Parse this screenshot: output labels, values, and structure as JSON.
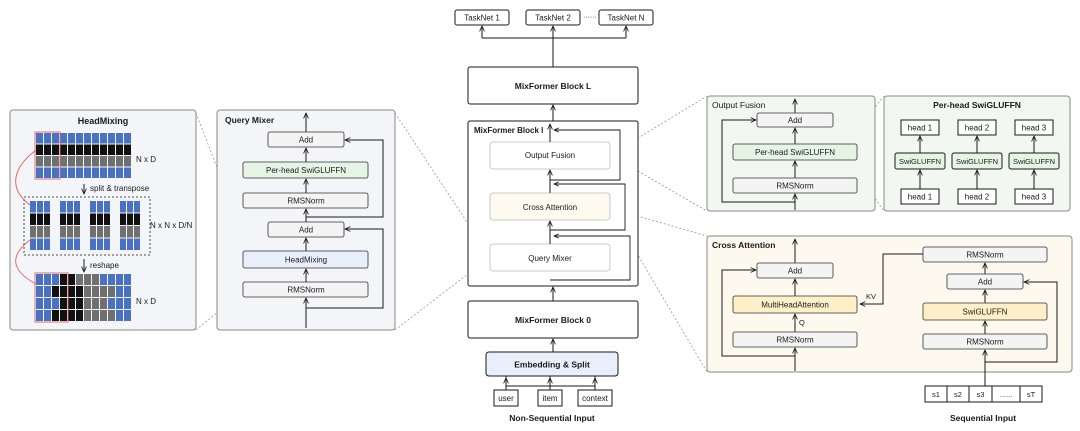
{
  "tasknets": [
    "TaskNet 1",
    "TaskNet 2",
    "······",
    "TaskNet N"
  ],
  "main": {
    "block_l": "MixFormer Block L",
    "block_i": "MixFormer Block l",
    "output_fusion": "Output Fusion",
    "cross_attention": "Cross Attention",
    "query_mixer": "Query Mixer",
    "block_0": "MixFormer Block 0",
    "embedding": "Embedding & Split",
    "inputs": [
      "user",
      "item",
      "context"
    ],
    "input_label": "Non-Sequential Input"
  },
  "headmixing": {
    "title": "HeadMixing",
    "dim_top": "N x D",
    "op1": "split & transpose",
    "dim_mid": "N x N x D/N",
    "op2": "reshape",
    "dim_bot": "N x D"
  },
  "query_mixer": {
    "title": "Query Mixer",
    "add_top": "Add",
    "swiglu": "Per-head SwiGLUFFN",
    "rms_top": "RMSNorm",
    "add_bot": "Add",
    "headmixing": "HeadMixing",
    "rms_bot": "RMSNorm"
  },
  "output_fusion": {
    "title": "Output Fusion",
    "add": "Add",
    "swiglu": "Per-head SwiGLUFFN",
    "rms": "RMSNorm"
  },
  "perhead": {
    "title": "Per-head SwiGLUFFN",
    "heads_top": [
      "head 1",
      "head 2",
      "head 3"
    ],
    "ffn": [
      "SwiGLUFFN",
      "SwiGLUFFN",
      "SwiGLUFFN"
    ],
    "heads_bot": [
      "head 1",
      "head 2",
      "head 3"
    ]
  },
  "cross_attention": {
    "title": "Cross Attention",
    "add_left": "Add",
    "mha": "MultiHeadAttention",
    "kv": "KV",
    "q": "Q",
    "rms_left": "RMSNorm",
    "rms_top_right": "RMSNorm",
    "add_right": "Add",
    "swiglu": "SwiGLUFFN",
    "rms_right": "RMSNorm"
  },
  "sequence": {
    "tokens": [
      "s1",
      "s2",
      "s3",
      "......",
      "sT"
    ],
    "label": "Sequential Input"
  },
  "colors": {
    "dark": "#1a1a1a",
    "grid_blue": "#4a72c4",
    "grid_gray": "#707070",
    "grid_black": "#111111",
    "panel_bg": "#f4f5f8",
    "green_bg": "#e6f4e6",
    "yellow_bg": "#fdf2d4",
    "blue_bg": "#e9effa"
  }
}
